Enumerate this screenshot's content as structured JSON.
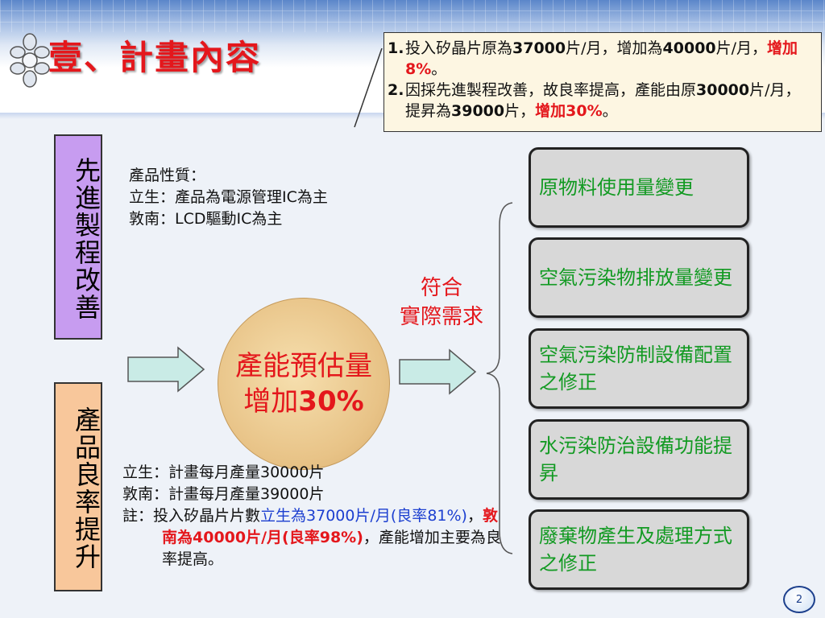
{
  "title": "壹、計畫內容",
  "notes": [
    {
      "num": "1.",
      "parts": [
        "投入矽晶片原為",
        "37000",
        "片/月，增加為",
        "40000",
        "片/月，",
        "增加8%",
        "。"
      ]
    },
    {
      "num": "2.",
      "parts": [
        "因採先進製程改善，故良率提高，產能由原",
        "30000",
        "片/月，提昇為",
        "39000",
        "片，",
        "增加30%",
        "。"
      ]
    }
  ],
  "left_boxes": {
    "process": "先進製程改善",
    "yield": "產品良率提升"
  },
  "product_info": {
    "heading": "產品性質：",
    "line1": "立生：產品為電源管理IC為主",
    "line2": "敦南：LCD驅動IC為主"
  },
  "center": {
    "line1": "產能預估量",
    "line2a": "增加",
    "line2b": "30%"
  },
  "comply": {
    "line1": "符合",
    "line2": "實際需求"
  },
  "production": {
    "line1": "立生：計畫每月產量30000片",
    "line2": "敦南：計畫每月產量39000片",
    "note_prefix": "註：投入矽晶片片數",
    "note_red1": "立生為",
    "note_val1": "37000",
    "note_red2": "片/月(良率",
    "note_val2": "81%)",
    "note_mid": "，",
    "note_bold": "敦南為40000片/月(良率98%)",
    "note_end": "，產能增加主要為良率提高。"
  },
  "right_boxes": [
    "原物料使用量變更",
    "空氣污染物排放量變更",
    "空氣污染防制設備配置之修正",
    "水污染防治設備功能提昇",
    "廢棄物產生及處理方式之修正"
  ],
  "page_number": "2",
  "colors": {
    "title": "#e4171c",
    "green": "#129a22",
    "purple": "#c79cf0",
    "orange": "#f8c79b"
  }
}
